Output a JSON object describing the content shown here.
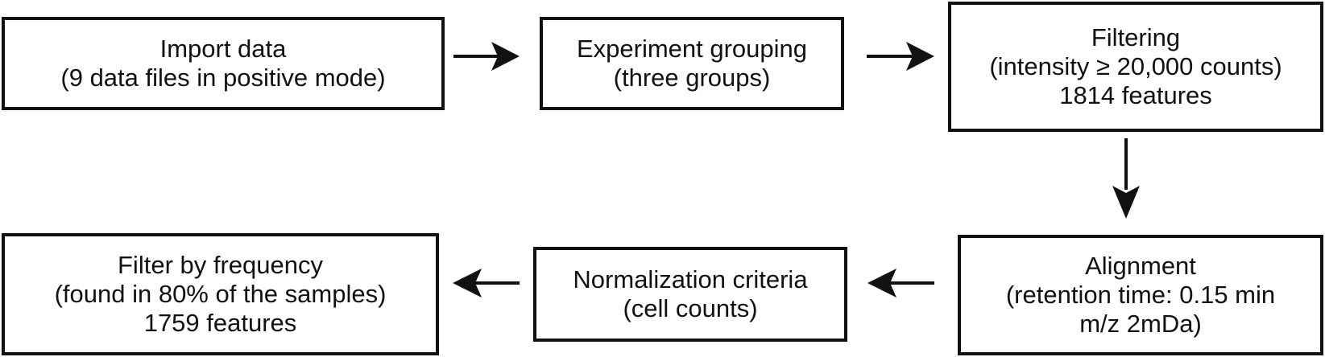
{
  "boxes": {
    "import_data": [
      "Import data",
      "(9 data files in positive mode)"
    ],
    "experiment_grouping": [
      "Experiment grouping",
      "(three groups)"
    ],
    "filtering": [
      "Filtering",
      "(intensity ≥ 20,000 counts)",
      "1814 features"
    ],
    "alignment": [
      "Alignment",
      "(retention time: 0.15 min",
      "m/z 2mDa)"
    ],
    "normalization": [
      "Normalization criteria",
      "(cell counts)"
    ],
    "filter_frequency": [
      "Filter by frequency",
      "(found in 80% of the samples)",
      "1759 features"
    ]
  },
  "colors": {
    "stroke": "#111111",
    "background": "#ffffff"
  }
}
